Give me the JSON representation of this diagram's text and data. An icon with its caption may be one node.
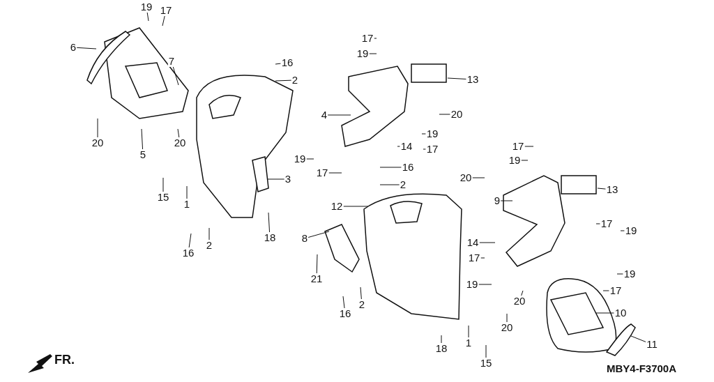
{
  "diagram": {
    "nodes": [
      {
        "text": [
          "19"
        ]
      },
      {
        "text": [
          "17"
        ]
      },
      {
        "text": [
          "6"
        ]
      },
      {
        "text": [
          "7"
        ]
      },
      {
        "text": [
          "16"
        ]
      },
      {
        "text": [
          "2"
        ]
      },
      {
        "text": [
          "20"
        ]
      },
      {
        "text": [
          "5"
        ]
      },
      {
        "text": [
          "20"
        ]
      },
      {
        "text": [
          "15"
        ]
      },
      {
        "text": [
          "1"
        ]
      },
      {
        "text": [
          "3"
        ]
      },
      {
        "text": [
          "16"
        ]
      },
      {
        "text": [
          "2"
        ]
      },
      {
        "text": [
          "18"
        ]
      },
      {
        "text": [
          "17"
        ]
      },
      {
        "text": [
          "19"
        ]
      },
      {
        "text": [
          "13"
        ]
      },
      {
        "text": [
          "4"
        ]
      },
      {
        "text": [
          "20"
        ]
      },
      {
        "text": [
          "19"
        ]
      },
      {
        "text": [
          "19"
        ]
      },
      {
        "text": [
          "14"
        ]
      },
      {
        "text": [
          "17"
        ]
      },
      {
        "text": [
          "17"
        ]
      },
      {
        "text": [
          "16"
        ]
      },
      {
        "text": [
          "2"
        ]
      },
      {
        "text": [
          "17"
        ]
      },
      {
        "text": [
          "19"
        ]
      },
      {
        "text": [
          "20"
        ]
      },
      {
        "text": [
          "13"
        ]
      },
      {
        "text": [
          "9"
        ]
      },
      {
        "text": [
          "12"
        ]
      },
      {
        "text": [
          "8"
        ]
      },
      {
        "text": [
          "17"
        ]
      },
      {
        "text": [
          "19"
        ]
      },
      {
        "text": [
          "14"
        ]
      },
      {
        "text": [
          "21"
        ]
      },
      {
        "text": [
          "17"
        ]
      },
      {
        "text": [
          "16"
        ]
      },
      {
        "text": [
          "2"
        ]
      },
      {
        "text": [
          "19"
        ]
      },
      {
        "text": [
          "20"
        ]
      },
      {
        "text": [
          "19"
        ]
      },
      {
        "text": [
          "17"
        ]
      },
      {
        "text": [
          "10"
        ]
      },
      {
        "text": [
          "20"
        ]
      },
      {
        "text": [
          "11"
        ]
      },
      {
        "text": [
          "18"
        ]
      },
      {
        "text": [
          "1"
        ]
      },
      {
        "text": [
          "15"
        ]
      }
    ],
    "edges": [
      {
        "from": 0,
        "to": null,
        "arrow": "none"
      },
      {
        "from": 1,
        "to": null,
        "arrow": "none"
      },
      {
        "from": 2,
        "to": null,
        "arrow": "none"
      },
      {
        "from": 3,
        "to": null,
        "arrow": "none"
      },
      {
        "from": 4,
        "to": null,
        "arrow": "none"
      },
      {
        "from": 5,
        "to": null,
        "arrow": "none"
      },
      {
        "from": 6,
        "to": null,
        "arrow": "none"
      },
      {
        "from": 7,
        "to": null,
        "arrow": "none"
      },
      {
        "from": 8,
        "to": null,
        "arrow": "none"
      },
      {
        "from": 9,
        "to": null,
        "arrow": "none"
      },
      {
        "from": 10,
        "to": null,
        "arrow": "none"
      },
      {
        "from": 11,
        "to": null,
        "arrow": "none"
      },
      {
        "from": 12,
        "to": null,
        "arrow": "none"
      },
      {
        "from": 13,
        "to": null,
        "arrow": "none"
      },
      {
        "from": 14,
        "to": null,
        "arrow": "none"
      },
      {
        "from": 15,
        "to": null,
        "arrow": "none"
      },
      {
        "from": 16,
        "to": null,
        "arrow": "none"
      },
      {
        "from": 17,
        "to": null,
        "arrow": "none"
      },
      {
        "from": 18,
        "to": null,
        "arrow": "none"
      },
      {
        "from": 19,
        "to": null,
        "arrow": "none"
      },
      {
        "from": 20,
        "to": null,
        "arrow": "none"
      },
      {
        "from": 21,
        "to": null,
        "arrow": "none"
      },
      {
        "from": 22,
        "to": null,
        "arrow": "none"
      },
      {
        "from": 23,
        "to": null,
        "arrow": "none"
      },
      {
        "from": 24,
        "to": null,
        "arrow": "none"
      },
      {
        "from": 25,
        "to": null,
        "arrow": "none"
      },
      {
        "from": 26,
        "to": null,
        "arrow": "none"
      },
      {
        "from": 27,
        "to": null,
        "arrow": "none"
      },
      {
        "from": 28,
        "to": null,
        "arrow": "none"
      },
      {
        "from": 29,
        "to": null,
        "arrow": "none"
      },
      {
        "from": 30,
        "to": null,
        "arrow": "none"
      },
      {
        "from": 31,
        "to": null,
        "arrow": "none"
      },
      {
        "from": 32,
        "to": null,
        "arrow": "none"
      },
      {
        "from": 33,
        "to": null,
        "arrow": "none"
      },
      {
        "from": 34,
        "to": null,
        "arrow": "none"
      },
      {
        "from": 35,
        "to": null,
        "arrow": "none"
      },
      {
        "from": 36,
        "to": null,
        "arrow": "none"
      },
      {
        "from": 37,
        "to": null,
        "arrow": "none"
      },
      {
        "from": 38,
        "to": null,
        "arrow": "none"
      },
      {
        "from": 39,
        "to": null,
        "arrow": "none"
      },
      {
        "from": 40,
        "to": null,
        "arrow": "none"
      },
      {
        "from": 41,
        "to": null,
        "arrow": "none"
      },
      {
        "from": 42,
        "to": null,
        "arrow": "none"
      },
      {
        "from": 43,
        "to": null,
        "arrow": "none"
      },
      {
        "from": 44,
        "to": null,
        "arrow": "none"
      },
      {
        "from": 45,
        "to": null,
        "arrow": "none"
      },
      {
        "from": 46,
        "to": null,
        "arrow": "none"
      },
      {
        "from": 47,
        "to": null,
        "arrow": "none"
      },
      {
        "from": 48,
        "to": null,
        "arrow": "none"
      },
      {
        "from": 49,
        "to": null,
        "arrow": "none"
      },
      {
        "from": 50,
        "to": null,
        "arrow": "none"
      }
    ],
    "labels": [
      "FR.",
      "MBY4-F3700A"
    ]
  }
}
